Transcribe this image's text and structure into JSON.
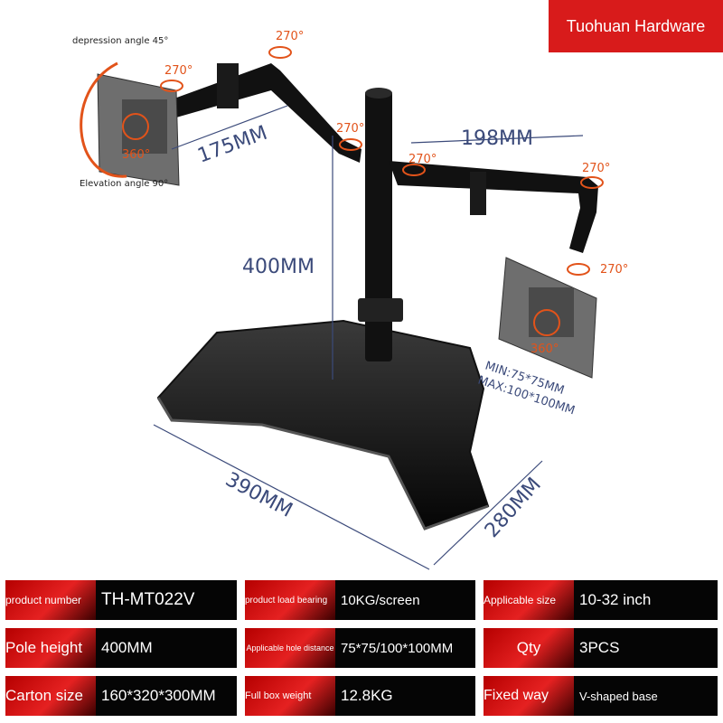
{
  "brand": "Tuohuan Hardware",
  "annotations": {
    "depression": "depression angle 45°",
    "elevation": "Elevation angle 90°",
    "rot270": "270°",
    "rot360": "360°",
    "arm_left": "175MM",
    "arm_right": "198MM",
    "pole": "400MM",
    "base_width": "390MM",
    "base_depth": "280MM",
    "vesa_min": "MIN:75*75MM",
    "vesa_max": "MAX:100*100MM"
  },
  "specs": [
    {
      "label": "product number",
      "value": "TH-MT022V"
    },
    {
      "label": "product load bearing",
      "value": "10KG/screen"
    },
    {
      "label": "Applicable size",
      "value": "10-32 inch"
    },
    {
      "label": "Pole height",
      "value": "400MM"
    },
    {
      "label": "Applicable hole distance",
      "value": "75*75/100*100MM"
    },
    {
      "label": "Qty",
      "value": "3PCS"
    },
    {
      "label": "Carton size",
      "value": "160*320*300MM"
    },
    {
      "label": "Full box weight",
      "value": "12.8KG"
    },
    {
      "label": "Fixed way",
      "value": "V-shaped base"
    }
  ],
  "colors": {
    "brand_red": "#d81b1b",
    "dimension_blue": "#3b4a7a",
    "rotation_orange": "#e2531a"
  }
}
